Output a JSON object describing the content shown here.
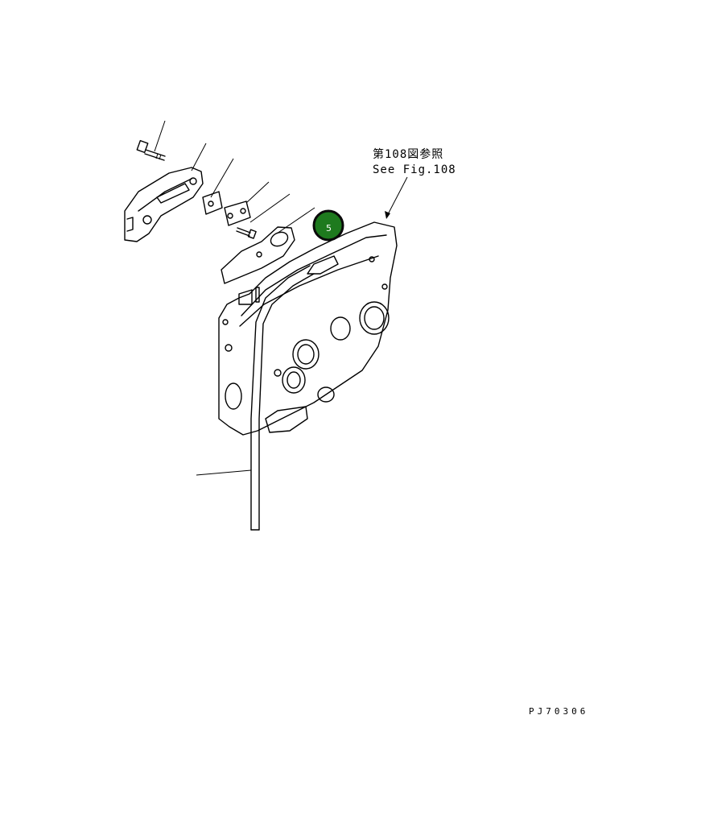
{
  "reference": {
    "line1": "第108図参照",
    "line2": "See Fig.108"
  },
  "callouts": [
    {
      "number": "5",
      "fill_color": "#1e7a1e",
      "ring_color": "#0a0a0a"
    }
  ],
  "drawing_code": "PJ70306"
}
